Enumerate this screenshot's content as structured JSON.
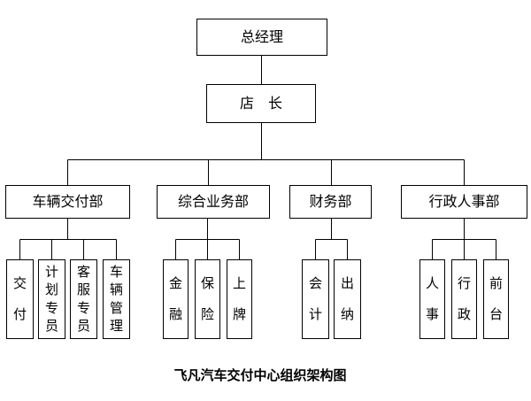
{
  "caption": "飞凡汽车交付中心组织架构图",
  "colors": {
    "line": "#000000",
    "background": "#ffffff",
    "text": "#000000"
  },
  "org": {
    "root": {
      "label": "总经理"
    },
    "manager": {
      "label": "店　长"
    },
    "departments": [
      {
        "label": "车辆交付部",
        "children": [
          "交付",
          "计划专员",
          "客服专员",
          "车辆管理"
        ]
      },
      {
        "label": "综合业务部",
        "children": [
          "金融",
          "保险",
          "上牌"
        ]
      },
      {
        "label": "财务部",
        "children": [
          "会计",
          "出纳"
        ]
      },
      {
        "label": "行政人事部",
        "children": [
          "人事",
          "行政",
          "前台"
        ]
      }
    ]
  }
}
